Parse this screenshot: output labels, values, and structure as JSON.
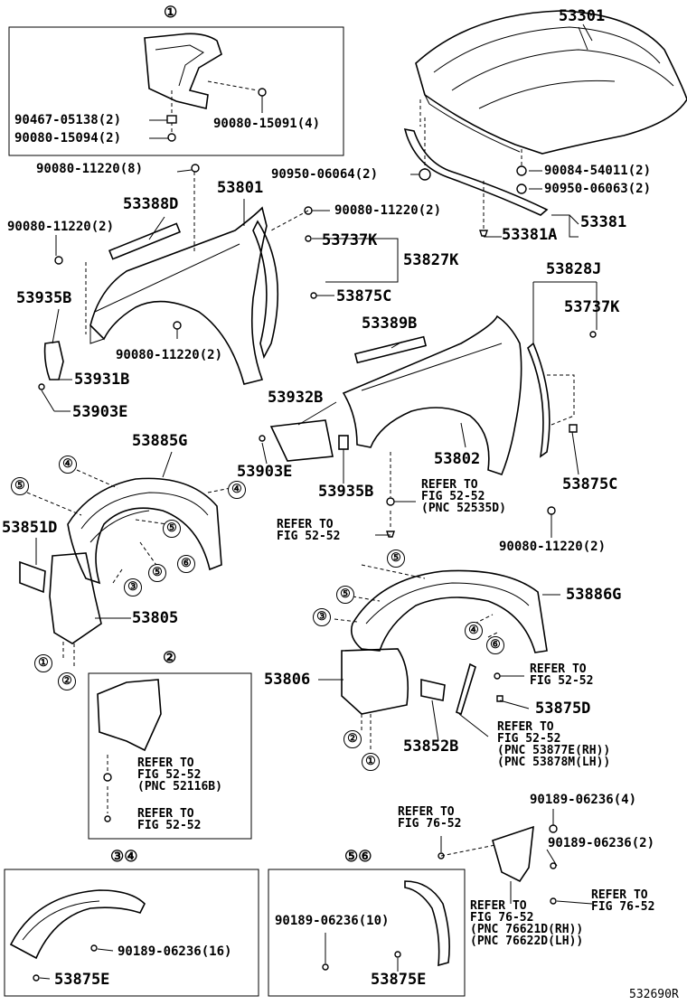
{
  "figure_code": "532690R",
  "sections": {
    "s1": "①",
    "s2": "②",
    "s34": "③④",
    "s56": "⑤⑥"
  },
  "callouts": {
    "c1": "①",
    "c2": "②",
    "c3": "③",
    "c4": "④",
    "c5": "⑤",
    "c6": "⑥"
  },
  "parts": {
    "p53301": "53301",
    "p53381": "53381",
    "p53381A": "53381A",
    "p90084": "90084-54011(2)",
    "p90950_63": "90950-06063(2)",
    "p90950_64": "90950-06064(2)",
    "p90467": "90467-05138(2)",
    "p90080_15094": "90080-15094(2)",
    "p90080_15091": "90080-15091(4)",
    "p90080_11220_8": "90080-11220(8)",
    "p53388D": "53388D",
    "p53801": "53801",
    "p90080_11220_2a": "90080-11220(2)",
    "p90080_11220_2b": "90080-11220(2)",
    "p90080_11220_2c": "90080-11220(2)",
    "p90080_11220_2d": "90080-11220(2)",
    "p53737K_a": "53737K",
    "p53827K": "53827K",
    "p53875C_a": "53875C",
    "p53935B_a": "53935B",
    "p53931B": "53931B",
    "p53903E_a": "53903E",
    "p53828J": "53828J",
    "p53737K_b": "53737K",
    "p53389B": "53389B",
    "p53932B": "53932B",
    "p53802": "53802",
    "p53903E_b": "53903E",
    "p53935B_b": "53935B",
    "p53875C_b": "53875C",
    "p53885G": "53885G",
    "p53851D": "53851D",
    "p53805": "53805",
    "p53886G": "53886G",
    "p53806": "53806",
    "p53852B": "53852B",
    "p53875D": "53875D",
    "p90189_4": "90189-06236(4)",
    "p90189_2": "90189-06236(2)",
    "p90189_16": "90189-06236(16)",
    "p90189_10": "90189-06236(10)",
    "p53875E_a": "53875E",
    "p53875E_b": "53875E"
  },
  "refs": {
    "r1": "REFER TO\nFIG 52-52\n(PNC 52535D)",
    "r2": "REFER TO\nFIG 52-52",
    "r3": "REFER TO\nFIG 52-52",
    "r4": "REFER TO\nFIG 52-52\n(PNC 53877E(RH))\n(PNC 53878M(LH))",
    "r5": "REFER TO\nFIG 52-52\n(PNC 52116B)",
    "r6": "REFER TO\nFIG 52-52",
    "r7": "REFER TO\nFIG 76-52",
    "r8": "REFER TO\nFIG 76-52\n(PNC 76621D(RH))\n(PNC 76622D(LH))",
    "r9": "REFER TO\nFIG 76-52"
  }
}
